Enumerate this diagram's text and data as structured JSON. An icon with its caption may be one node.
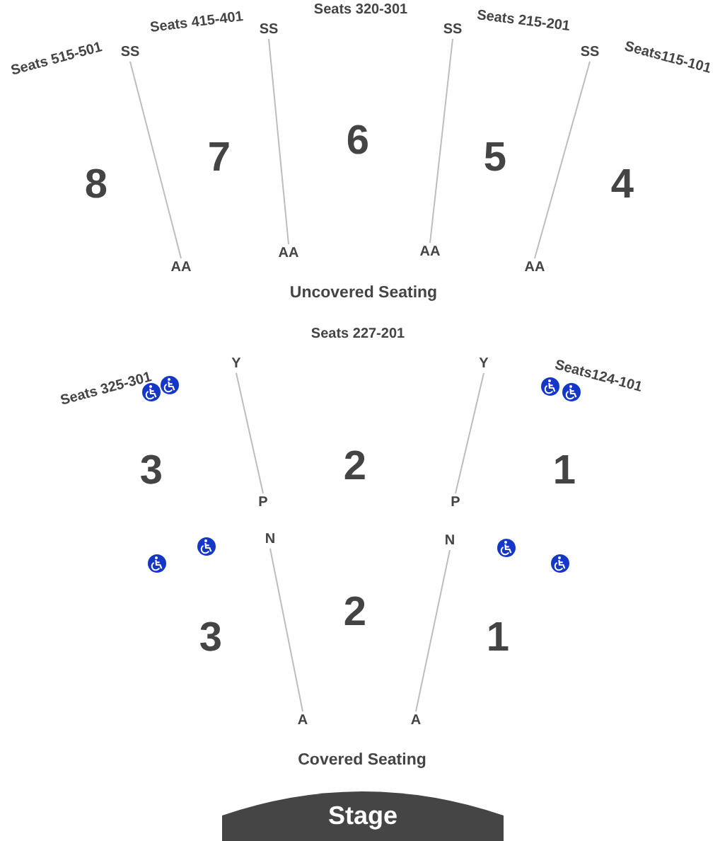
{
  "diagram": {
    "nodes": [
      {
        "text": [
          "SS"
        ]
      },
      {
        "text": [
          "SS"
        ]
      },
      {
        "text": [
          "SS"
        ]
      },
      {
        "text": [
          "SS"
        ]
      },
      {
        "text": [
          "AA"
        ]
      },
      {
        "text": [
          "AA"
        ]
      },
      {
        "text": [
          "AA"
        ]
      },
      {
        "text": [
          "AA"
        ]
      },
      {
        "text": [
          "Y"
        ]
      },
      {
        "text": [
          "Y"
        ]
      },
      {
        "text": [
          "P"
        ]
      },
      {
        "text": [
          "P"
        ]
      },
      {
        "text": [
          "N"
        ]
      },
      {
        "text": [
          "N"
        ]
      },
      {
        "text": [
          "A"
        ]
      },
      {
        "text": [
          "A"
        ]
      },
      {
        "text": [
          "Stage"
        ]
      }
    ],
    "edges": [
      {
        "from": 0,
        "to": 4,
        "arrow": "none"
      },
      {
        "from": 1,
        "to": 5,
        "arrow": "none"
      },
      {
        "from": 2,
        "to": 6,
        "arrow": "none"
      },
      {
        "from": 3,
        "to": 7,
        "arrow": "none"
      },
      {
        "from": 8,
        "to": 10,
        "arrow": "none"
      },
      {
        "from": 9,
        "to": 11,
        "arrow": "none"
      },
      {
        "from": 12,
        "to": 14,
        "arrow": "none"
      },
      {
        "from": 13,
        "to": 15,
        "arrow": "none"
      }
    ],
    "labels": [
      "Seats 320-301",
      "Seats 415-401",
      "Seats 215-201",
      "Seats 515-501",
      "Seats115-101",
      "6",
      "7",
      "5",
      "8",
      "4",
      "Uncovered Seating",
      "Seats 227-201",
      "Seats 325-301",
      "Seats124-101",
      "3",
      "2",
      "1",
      "2",
      "3",
      "1",
      "Covered Seating"
    ]
  }
}
